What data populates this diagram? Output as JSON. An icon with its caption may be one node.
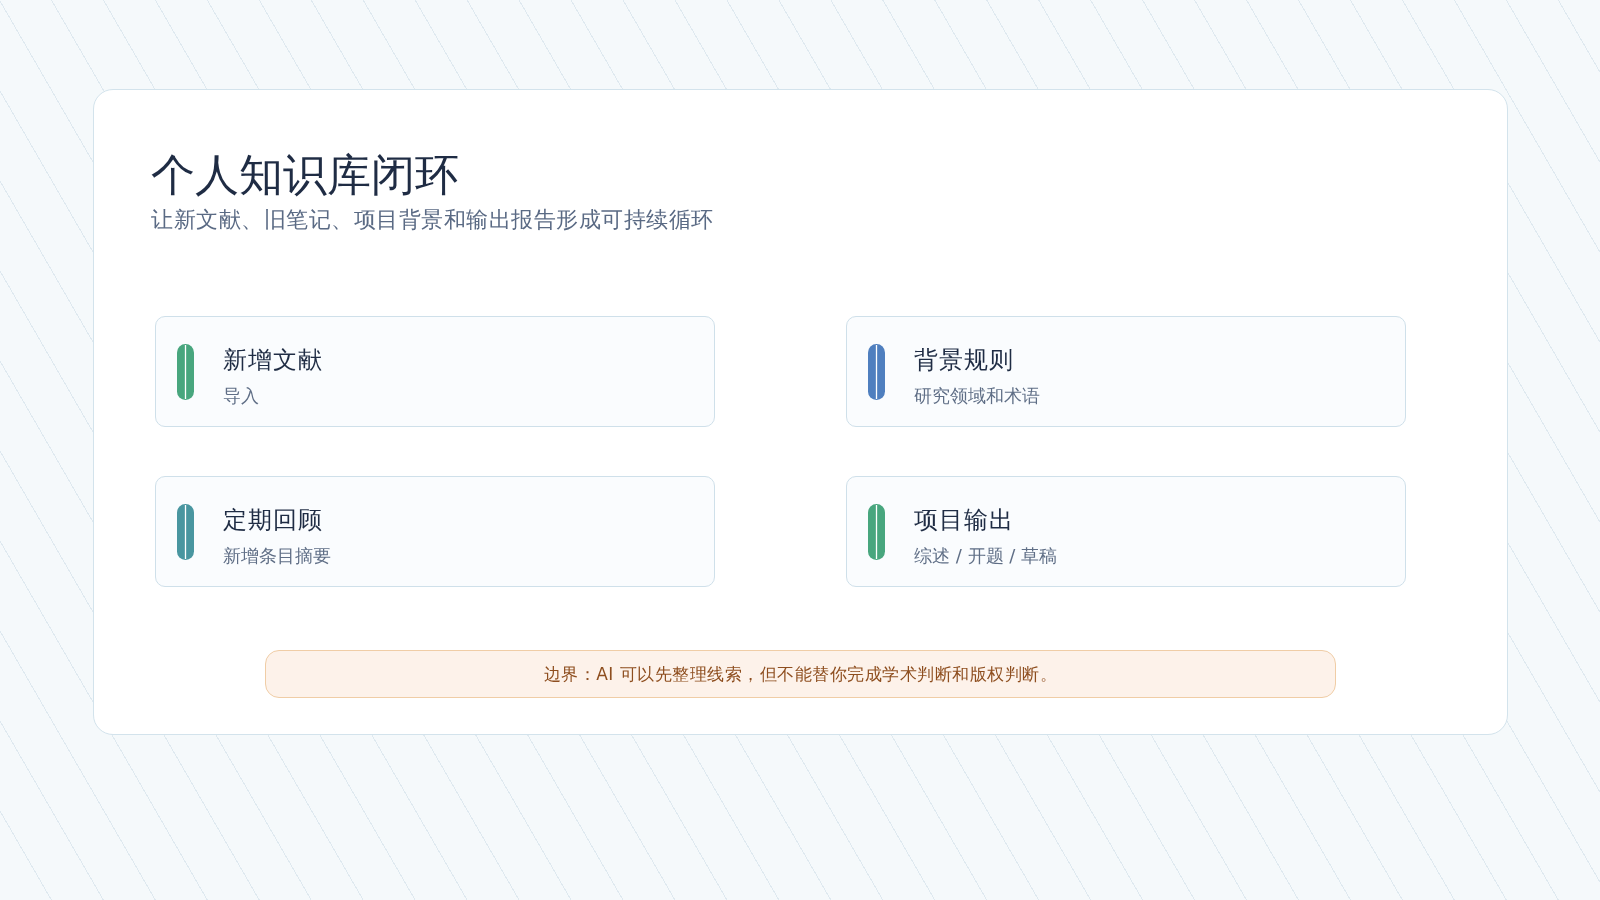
{
  "diagram": {
    "title": "个人知识库闭环",
    "nodes": [
      {
        "text": [
          "新增文献",
          "导入"
        ]
      },
      {
        "text": [
          "背景规则",
          "研究领域和术语"
        ]
      },
      {
        "text": [
          "定期回顾",
          "新增条目摘要"
        ]
      },
      {
        "text": [
          "项目输出",
          "综述 / 开题 / 草稿"
        ]
      },
      {
        "text": [
          "边界：AI 可以先整理线索，但不能替你完成学术判断和版权判断。"
        ]
      }
    ],
    "labels": [
      "让新文献、旧笔记、项目背景和输出报告形成可持续循环"
    ]
  }
}
